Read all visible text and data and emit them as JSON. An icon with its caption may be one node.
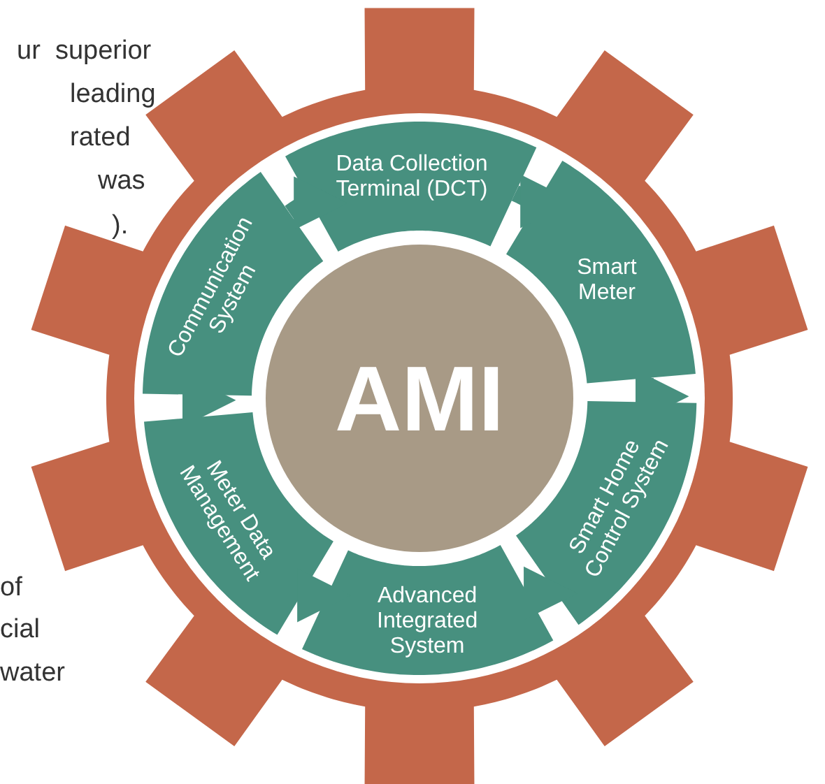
{
  "diagram": {
    "nodes": [
      {
        "text": [
          "AMI"
        ]
      },
      {
        "text": [
          "Data Collection Terminal (DCT)"
        ]
      },
      {
        "text": [
          "Smart Meter"
        ]
      },
      {
        "text": [
          "Smart Home Control System"
        ]
      },
      {
        "text": [
          "Advanced Integrated System"
        ]
      },
      {
        "text": [
          "Meter Data Management"
        ]
      },
      {
        "text": [
          "Communication System"
        ]
      }
    ],
    "edges": [
      {
        "from": 1,
        "to": 2,
        "arrow": "to"
      },
      {
        "from": 2,
        "to": 3,
        "arrow": "to"
      },
      {
        "from": 3,
        "to": 4,
        "arrow": "to"
      },
      {
        "from": 4,
        "to": 5,
        "arrow": "to"
      },
      {
        "from": 5,
        "to": 6,
        "arrow": "to"
      },
      {
        "from": 6,
        "to": 1,
        "arrow": "to"
      }
    ],
    "labels": [
      "ur  superior",
      "leading",
      "rated",
      "was",
      ").",
      "of",
      "cial",
      "water"
    ]
  }
}
